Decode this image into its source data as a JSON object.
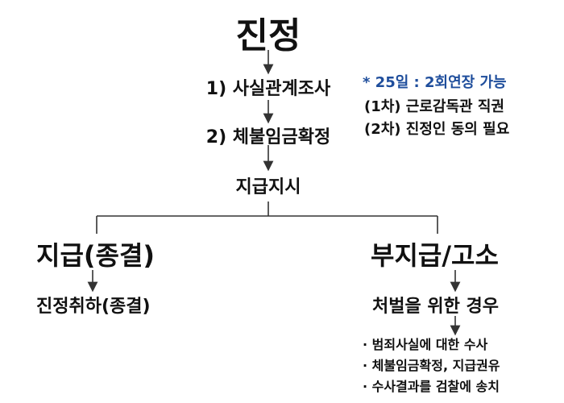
{
  "title": "진정",
  "steps": {
    "step1": "1) 사실관계조사",
    "step2": "2) 체불임금확정",
    "directive": "지급지시"
  },
  "note": {
    "headline": "* 25일 : 2회연장 가능",
    "line1": "(1차) 근로감독관 직권",
    "line2": "(2차) 진정인 동의 필요"
  },
  "left_branch": {
    "heading": "지급(종결)",
    "result": "진정취하(종결)"
  },
  "right_branch": {
    "heading": "부지급/고소",
    "sub": "처벌을 위한 경우",
    "bullets": [
      "· 범죄사실에 대한 수사",
      "· 체불임금확정, 지급권유",
      "· 수사결과를 검찰에 송치"
    ]
  },
  "colors": {
    "note_accent": "#1f4e9c",
    "text": "#111111",
    "line": "#333333"
  }
}
